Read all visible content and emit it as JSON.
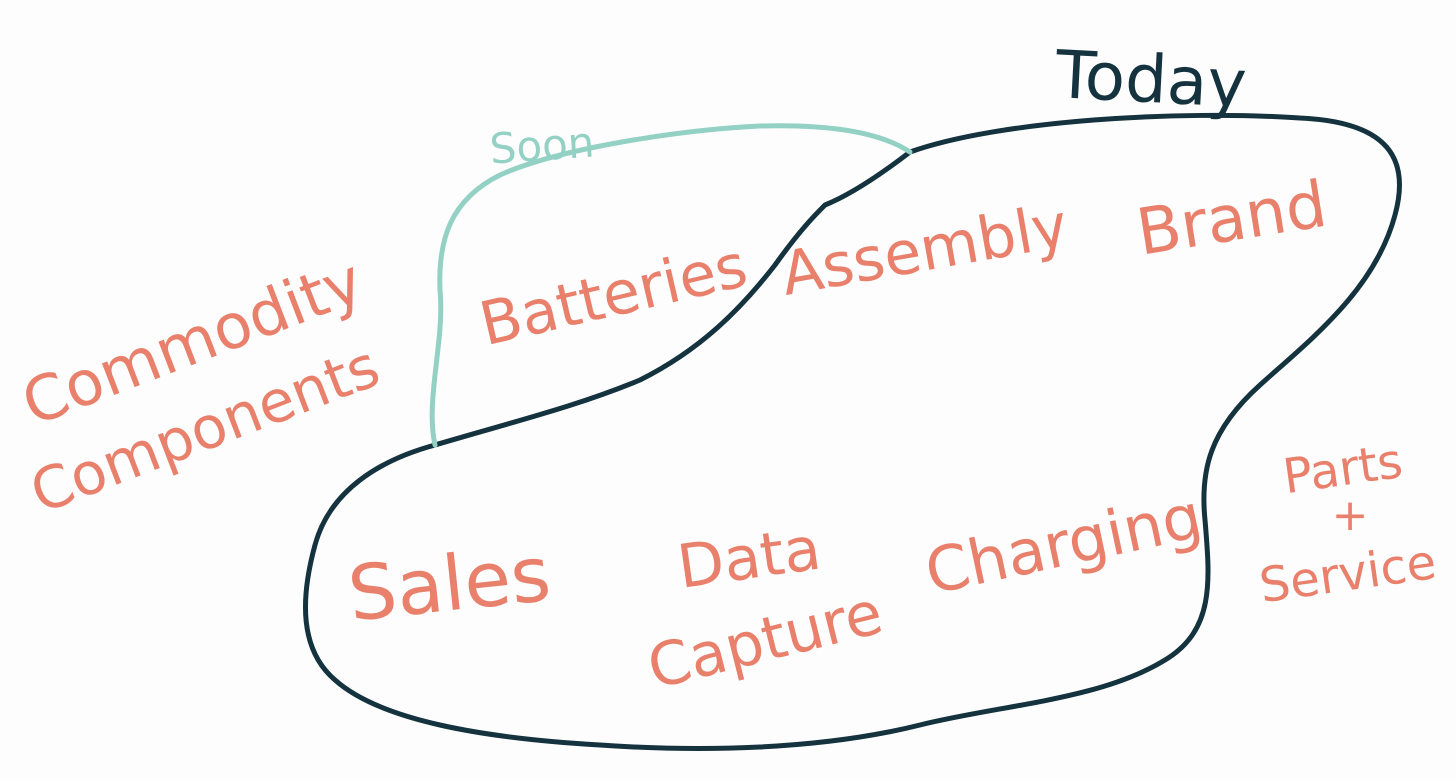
{
  "colors": {
    "background": "#fdfdfd",
    "today_outline": "#14333f",
    "soon_outline": "#94d1c5",
    "capability_text": "#e8806c"
  },
  "labels": {
    "today": "Today",
    "soon": "Soon",
    "commodity_line1": "Commodity",
    "commodity_line2": "Components",
    "batteries": "Batteries",
    "assembly": "Assembly",
    "brand": "Brand",
    "sales": "Sales",
    "data_line1": "Data",
    "data_line2": "Capture",
    "charging": "Charging",
    "parts_line1": "Parts",
    "parts_line2": "+",
    "parts_line3": "Service"
  }
}
